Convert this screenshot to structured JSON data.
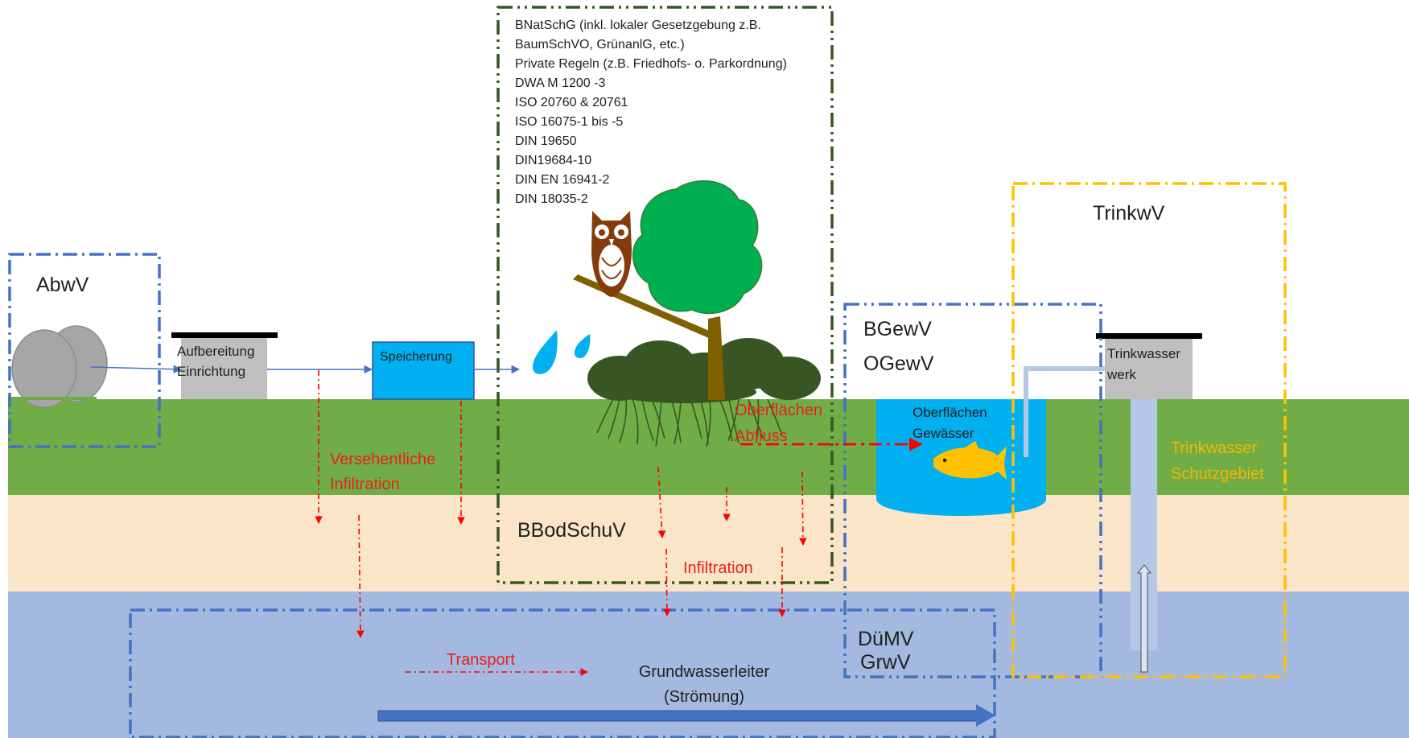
{
  "regulations": {
    "abwv": "AbwV",
    "trinkwv": "TrinkwV",
    "bgewv": "BGewV",
    "ogewv": "OGewV",
    "bbodschuv": "BBodSchuV",
    "duemv": "DüMV",
    "grwv": "GrwV",
    "standards": [
      "BNatSchG (inkl. lokaler Gesetzgebung z.B.",
      "BaumSchVO, GrünanlG, etc.)",
      "Private Regeln (z.B. Friedhofs- o. Parkordnung)",
      "DWA M 1200  -3",
      "ISO 20760  & 20761",
      "ISO 16075-1  bis -5",
      "DIN 19650",
      "DIN19684-10",
      "DIN EN 16941-2",
      "DIN 18035-2"
    ]
  },
  "facilities": {
    "treatment_line1": "Aufbereitung",
    "treatment_line2": "Einrichtung",
    "storage": "Speicherung",
    "surface_water_line1": "Oberflächen",
    "surface_water_line2": "Gewässer",
    "waterworks_line1": "Trinkwasser",
    "waterworks_line2": "werk"
  },
  "processes": {
    "accidental_line1": "Versehentliche",
    "accidental_line2": "Infiltration",
    "runoff_line1": "Oberflächen",
    "runoff_line2": "Abfluss",
    "infiltration": "Infiltration",
    "transport": "Transport"
  },
  "zones": {
    "protection_line1": "Trinkwasser",
    "protection_line2": "Schutzgebiet",
    "aquifer_line1": "Grundwasserleiter",
    "aquifer_line2": "(Strömung)"
  },
  "colors": {
    "grass": "#71ad47",
    "soil": "#fbe5c8",
    "aquifer": "#a3b9e0",
    "regulation_blue_frame": "#4472c4",
    "nature_frame": "#375623",
    "protection_frame": "#ffc000",
    "process_red": "#ff0000",
    "storage_tank": "#00b0f0",
    "facility_grey": "#bfbfbf",
    "owl": "#843c0c",
    "tree_crown": "#00b050",
    "fish": "#ffc000"
  }
}
